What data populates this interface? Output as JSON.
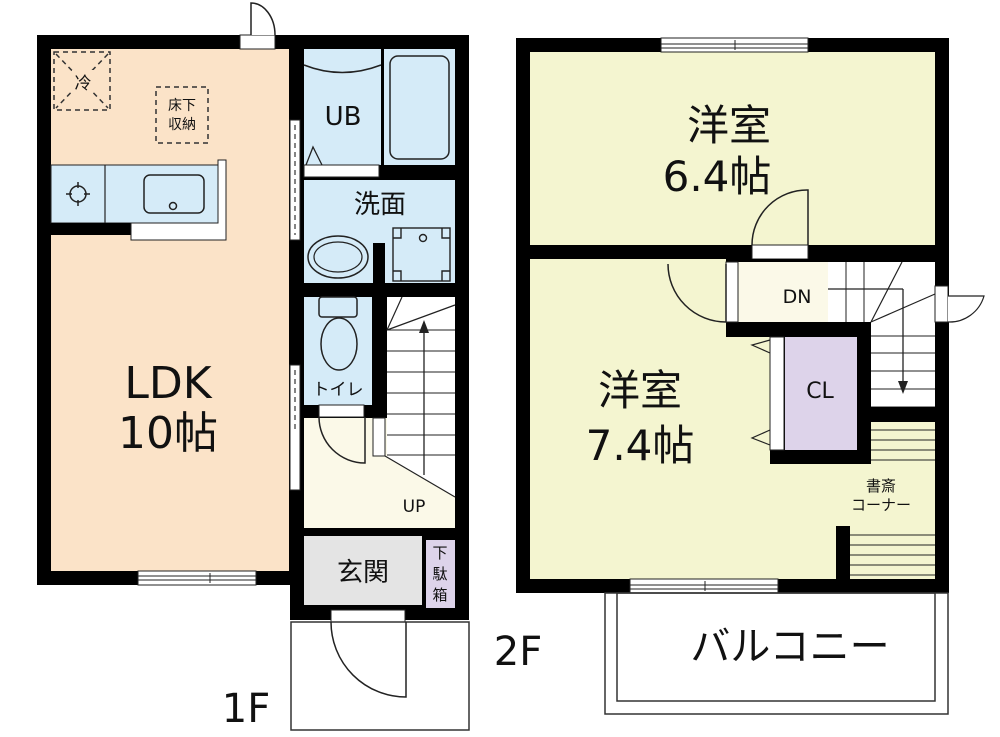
{
  "colors": {
    "wall": "#000000",
    "ldk": "#fbe3c8",
    "wet": "#d5ebf8",
    "hall": "#fbf9e8",
    "genkan": "#e4e4e4",
    "storage": "#ddd3ea",
    "western": "#f4f5d0",
    "stair": "#ffffff"
  },
  "floor1": {
    "label": "1F",
    "rooms": {
      "ldk": {
        "name": "LDK",
        "size": "10帖"
      },
      "ub": {
        "name": "UB"
      },
      "senmen": {
        "name": "洗面"
      },
      "toilet": {
        "name": "トイレ"
      },
      "stairs": {
        "direction": "UP"
      },
      "genkan": {
        "name": "玄関"
      },
      "getabako": {
        "line1": "下",
        "line2": "駄",
        "line3": "箱"
      },
      "fridge": {
        "name": "冷"
      },
      "underfloor": {
        "line1": "床下",
        "line2": "収納"
      }
    }
  },
  "floor2": {
    "label": "2F",
    "rooms": {
      "western1": {
        "name": "洋室",
        "size": "6.4帖"
      },
      "western2": {
        "name": "洋室",
        "size": "7.4帖"
      },
      "stairs": {
        "direction": "DN"
      },
      "closet": {
        "name": "CL"
      },
      "study": {
        "line1": "書斎",
        "line2": "コーナー"
      },
      "balcony": {
        "name": "バルコニー"
      }
    }
  }
}
